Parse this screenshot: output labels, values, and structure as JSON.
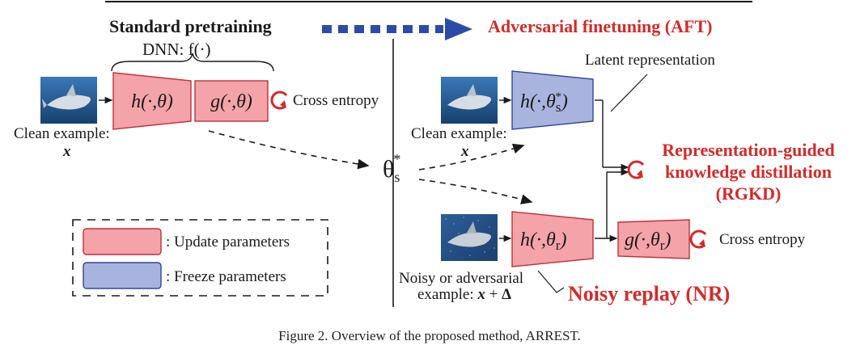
{
  "figure": {
    "top_line": "...",
    "left_title": "Standard pretraining",
    "right_title": "Adversarial finetuning (AFT)",
    "dnn_label": "DNN: f(·)",
    "theta_s": "θs*",
    "caption": "Figure 2. Overview of the proposed method, ARREST."
  },
  "left": {
    "clean_label_1": "Clean example:",
    "clean_label_2": "x",
    "h_block": "h(·,θ)",
    "g_block": "g(·,θ)",
    "loss": "Cross entropy"
  },
  "right_top": {
    "h_block": "h(·,θs*)",
    "clean_label_1": "Clean example:",
    "clean_label_2": "x",
    "latent": "Latent representation"
  },
  "rgkd": {
    "line1": "Representation-guided",
    "line2": "knowledge distillation",
    "line3": "(RGKD)"
  },
  "right_bottom": {
    "h_block": "h(·,θr)",
    "g_block": "g(·,θr)",
    "loss": "Cross entropy",
    "noisy_label_1": "Noisy or adversarial",
    "noisy_label_2": "example: x + Δ",
    "nr": "Noisy replay (NR)"
  },
  "legend": {
    "update": ": Update parameters",
    "freeze": ": Freeze parameters"
  },
  "colors": {
    "update_fill": "#f4a3a8",
    "freeze_fill": "#a8b4de",
    "accent_red": "#d42a2a",
    "arrow_blue": "#2e4aa8"
  }
}
